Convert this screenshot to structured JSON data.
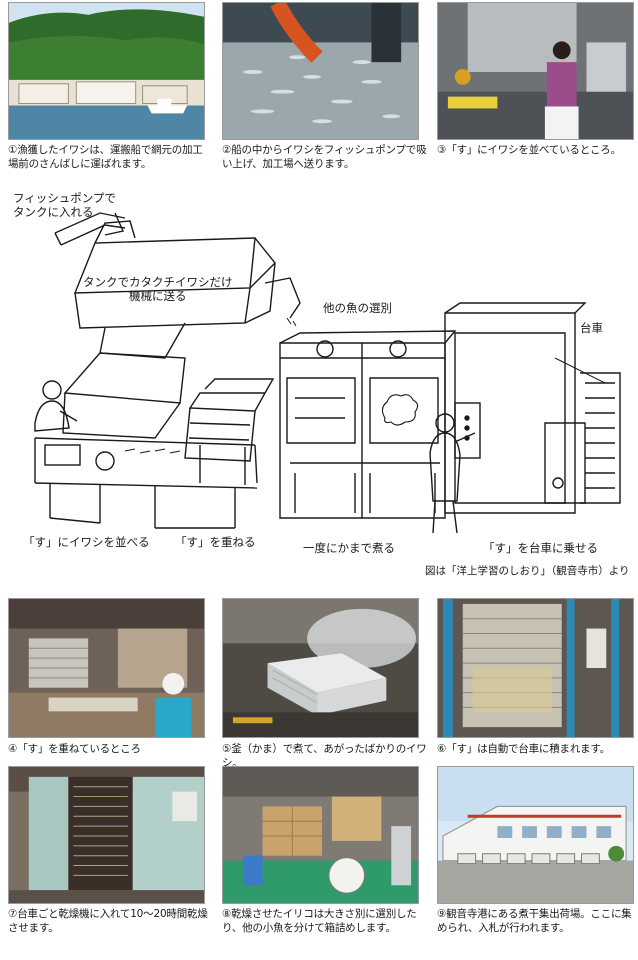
{
  "top_row": [
    {
      "caption": "①漁獲したイワシは、運搬船で網元の加工場前のさんばしに運ばれます。"
    },
    {
      "caption": "②船の中からイワシをフィッシュポンプで吸い上げ、加工場へ送ります。"
    },
    {
      "caption": "③「す」にイワシを並べているところ。"
    }
  ],
  "diagram": {
    "label_pump": "フィッシュポンプで\nタンクに入れる",
    "label_tank": "タンクでカタクチイワシだけ\n機械に送る",
    "label_select": "他の魚の選別",
    "label_cart": "台車",
    "label_arrange": "「す」にイワシを並べる",
    "label_stack": "「す」を重ねる",
    "label_boil": "一度にかまで煮る",
    "label_load": "「す」を台車に乗せる",
    "source": "図は「洋上学習のしおり」（観音寺市）より"
  },
  "mid_row": [
    {
      "caption": "④「す」を重ねているところ"
    },
    {
      "caption": "⑤釜（かま）で煮て、あがったばかりのイワシ。"
    },
    {
      "caption": "⑥「す」は自動で台車に積まれます。"
    }
  ],
  "bottom_row": [
    {
      "caption": "⑦台車ごと乾燥機に入れて10～20時間乾燥させます。"
    },
    {
      "caption": "⑧乾燥させたイリコは大きさ別に選別したり、他の小魚を分けて箱詰めします。"
    },
    {
      "caption": "⑨観音寺港にある煮干集出荷場。ここに集められ、入札が行われます。"
    }
  ]
}
